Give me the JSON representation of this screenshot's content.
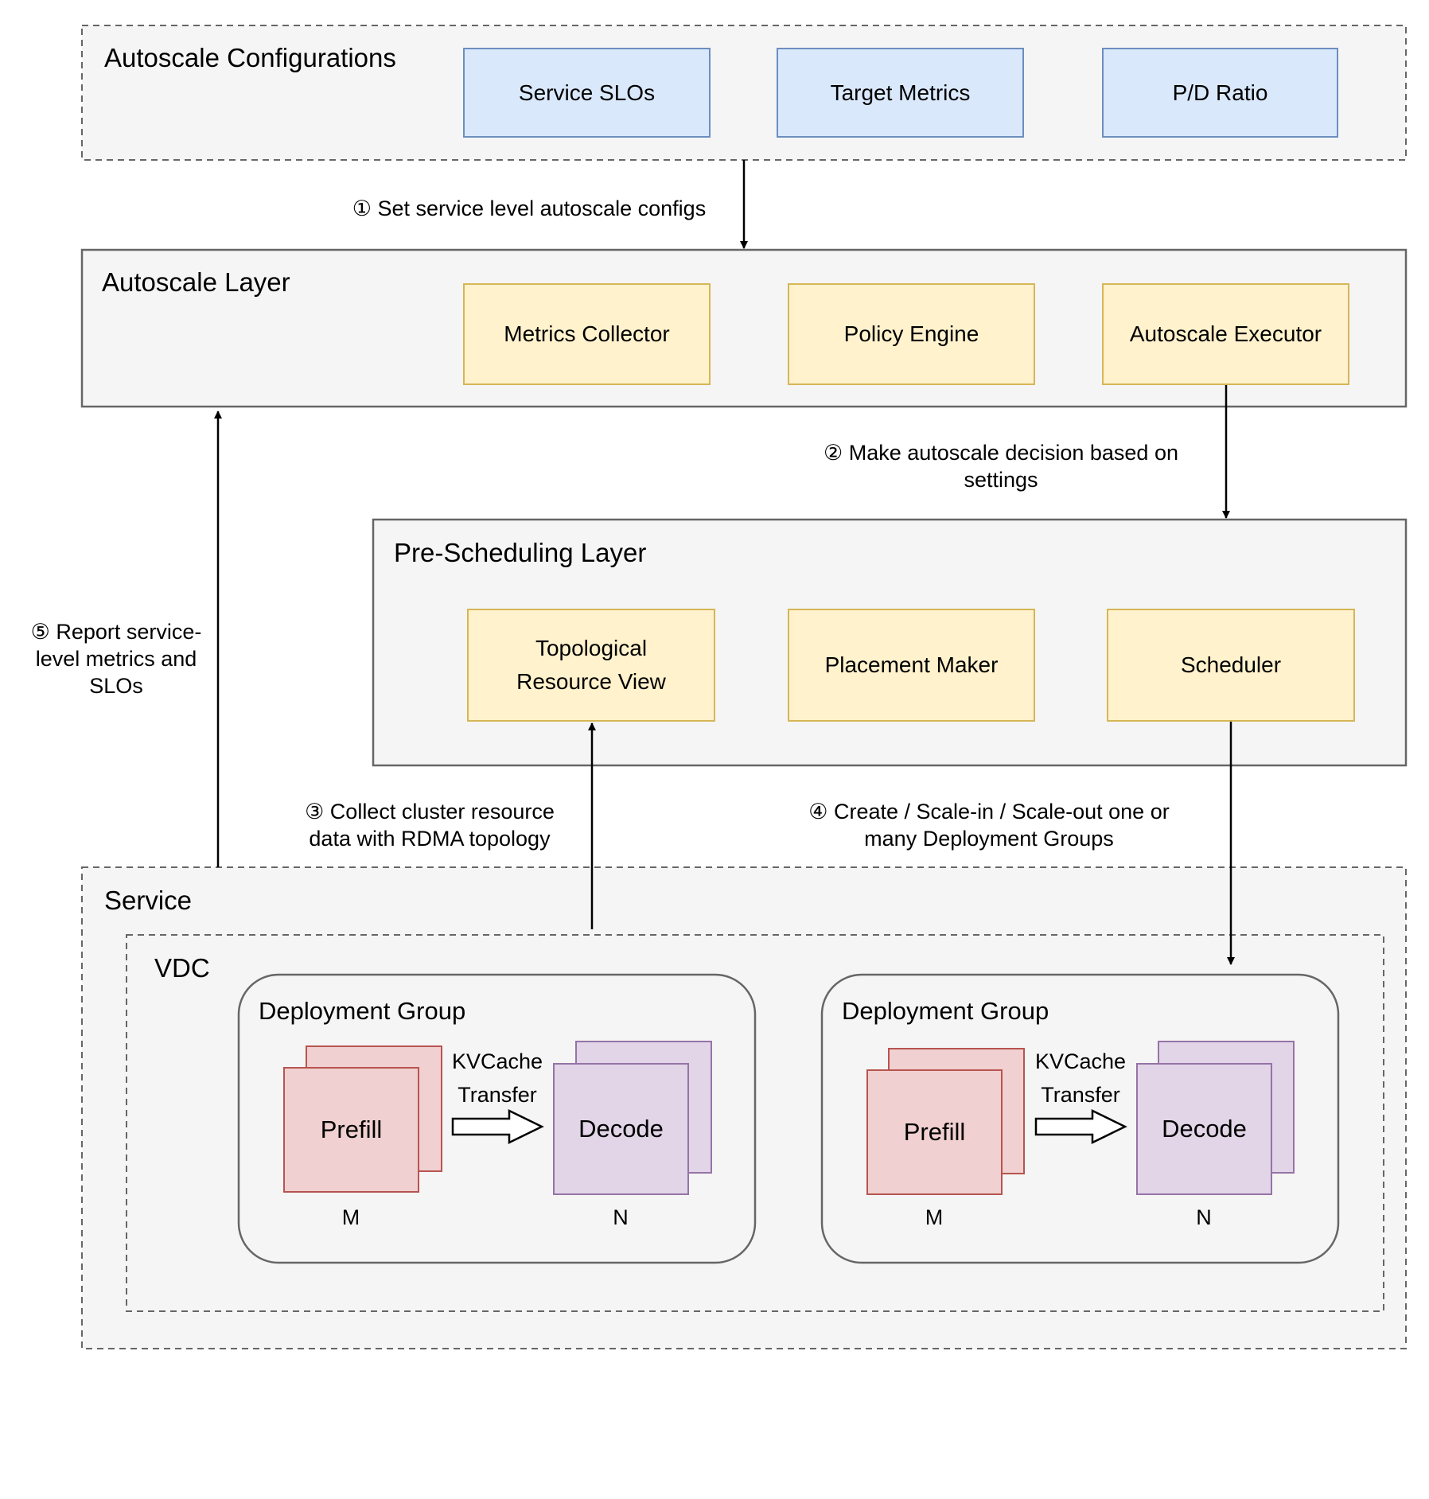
{
  "colors": {
    "container_fill": "#f5f5f5",
    "container_stroke": "#666666",
    "blue_fill": "#dae8fc",
    "blue_stroke": "#6c8ebf",
    "yellow_fill": "#fff2cc",
    "yellow_stroke": "#d6b656",
    "prefill_fill": "#f0d0d0",
    "prefill_stroke": "#b85450",
    "decode_fill": "#e1d5e7",
    "decode_stroke": "#9673a6",
    "arrow": "#000000"
  },
  "autoscale_configurations": {
    "title": "Autoscale Configurations",
    "items": [
      "Service SLOs",
      "Target Metrics",
      "P/D Ratio"
    ]
  },
  "autoscale_layer": {
    "title": "Autoscale Layer",
    "items": [
      "Metrics Collector",
      "Policy Engine",
      "Autoscale Executor"
    ]
  },
  "pre_scheduling_layer": {
    "title": "Pre-Scheduling Layer",
    "items": [
      "Topological Resource View",
      "Placement Maker",
      "Scheduler"
    ]
  },
  "service": {
    "title": "Service",
    "vdc_title": "VDC",
    "deployment_groups": [
      {
        "title": "Deployment Group",
        "prefill_label": "Prefill",
        "decode_label": "Decode",
        "transfer_line1": "KVCache",
        "transfer_line2": "Transfer",
        "prefill_count": "M",
        "decode_count": "N"
      },
      {
        "title": "Deployment Group",
        "prefill_label": "Prefill",
        "decode_label": "Decode",
        "transfer_line1": "KVCache",
        "transfer_line2": "Transfer",
        "prefill_count": "M",
        "decode_count": "N"
      }
    ]
  },
  "steps": {
    "step1": "① Set service level autoscale configs",
    "step2": "② Make autoscale decision based on settings",
    "step3": "③ Collect cluster resource data with RDMA topology",
    "step4": "④ Create / Scale-in / Scale-out one or many Deployment Groups",
    "step5": "⑤ Report service-level metrics and SLOs"
  }
}
